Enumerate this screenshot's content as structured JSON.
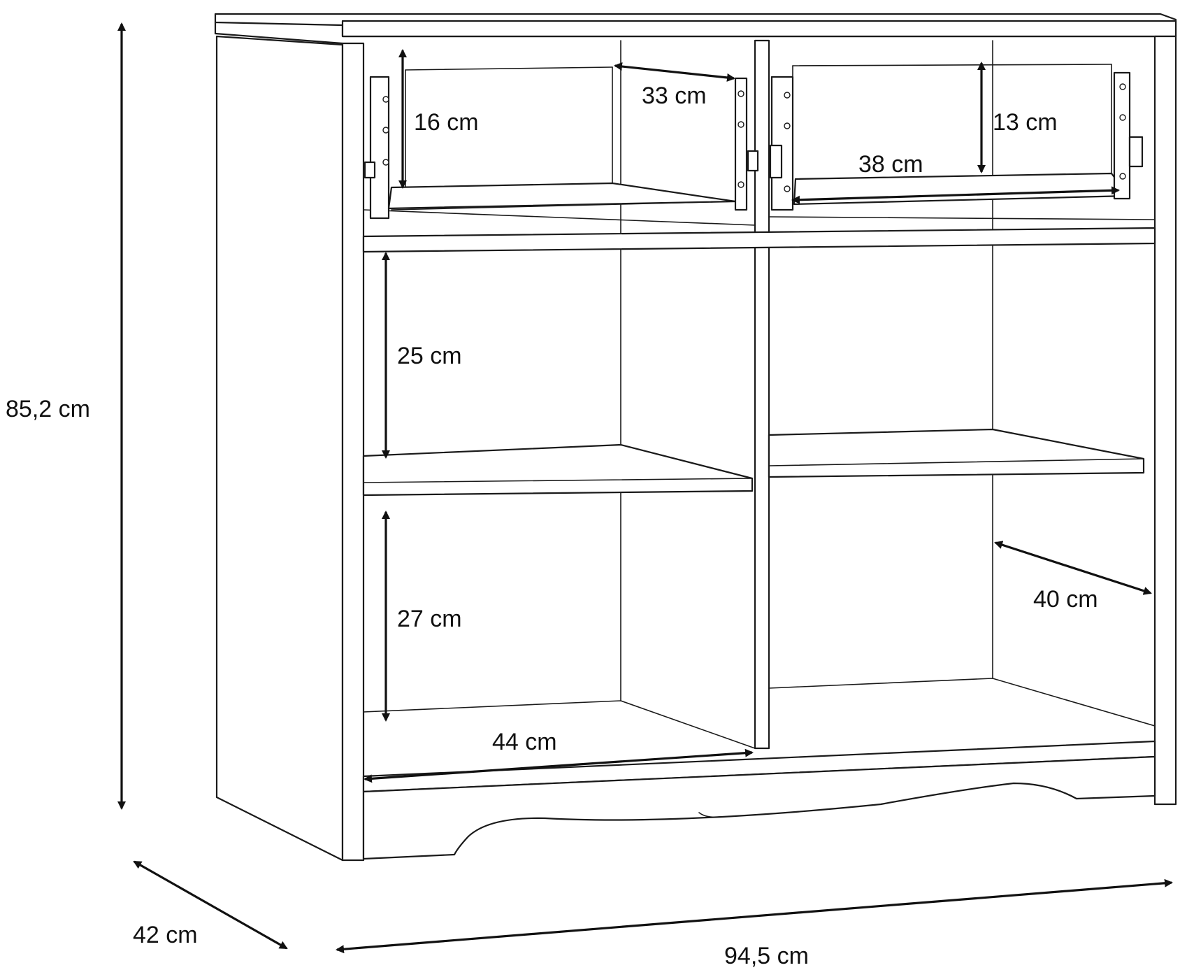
{
  "dimensions": {
    "height_total": "85,2 cm",
    "depth_total": "42 cm",
    "width_total": "94,5 cm",
    "drawer_height_left": "16 cm",
    "drawer_depth_left": "33 cm",
    "drawer_height_right": "13 cm",
    "drawer_width_right": "38 cm",
    "compartment_height_upper": "25 cm",
    "compartment_height_lower": "27 cm",
    "compartment_width": "44 cm",
    "compartment_depth": "40 cm"
  },
  "colors": {
    "line": "#1a1a1a",
    "background": "#ffffff"
  }
}
